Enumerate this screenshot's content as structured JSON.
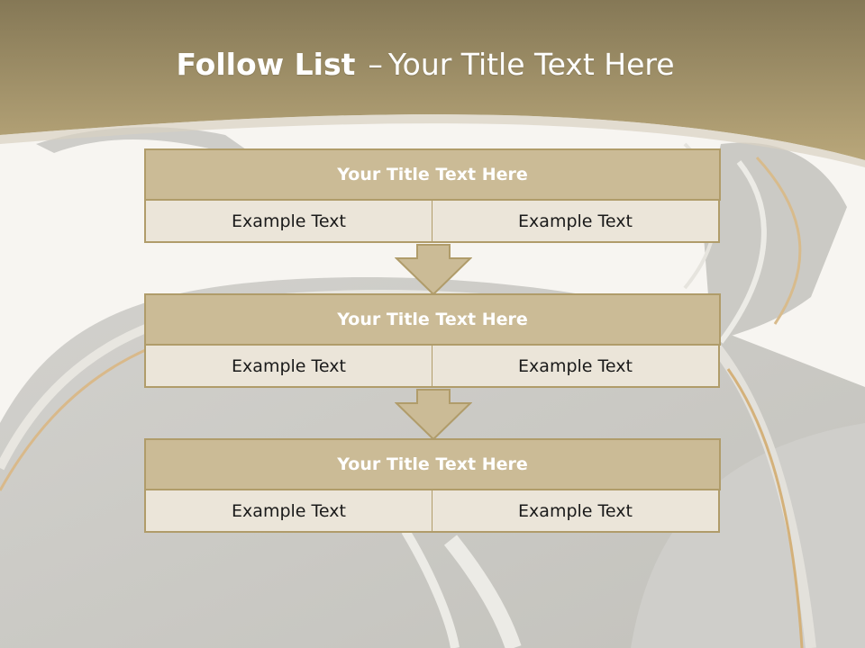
{
  "slide": {
    "title_bold": "Follow List",
    "title_separator": "–",
    "title_rest": "Your Title Text Here"
  },
  "steps": [
    {
      "title": "Your Title Text Here",
      "left": "Example Text",
      "right": "Example Text"
    },
    {
      "title": "Your Title Text Here",
      "left": "Example Text",
      "right": "Example Text"
    },
    {
      "title": "Your Title Text Here",
      "left": "Example Text",
      "right": "Example Text"
    }
  ],
  "colors": {
    "header_band": "#a99a70",
    "box_title_fill": "#cbbb96",
    "box_cell_fill": "#ebe5d9",
    "box_border": "#b09c6a",
    "arrow_fill": "#cbbb96"
  }
}
